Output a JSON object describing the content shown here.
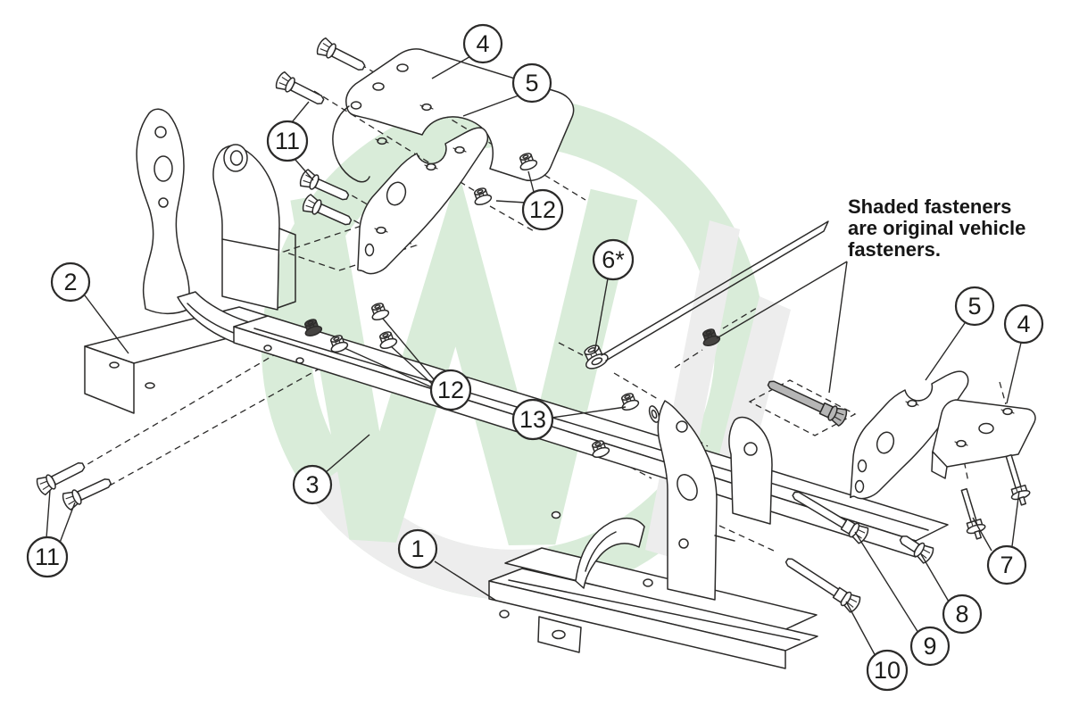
{
  "note": {
    "lines": [
      "Shaded fasteners",
      "are original vehicle",
      "fasteners."
    ]
  },
  "callouts": [
    {
      "id": "1",
      "label": "1"
    },
    {
      "id": "2",
      "label": "2"
    },
    {
      "id": "3",
      "label": "3"
    },
    {
      "id": "4-top",
      "label": "4"
    },
    {
      "id": "5-top",
      "label": "5"
    },
    {
      "id": "4-right",
      "label": "4"
    },
    {
      "id": "5-right",
      "label": "5"
    },
    {
      "id": "6-star",
      "label": "6*"
    },
    {
      "id": "7",
      "label": "7"
    },
    {
      "id": "8",
      "label": "8"
    },
    {
      "id": "9",
      "label": "9"
    },
    {
      "id": "10",
      "label": "10"
    },
    {
      "id": "11-top",
      "label": "11"
    },
    {
      "id": "11-bottom",
      "label": "11"
    },
    {
      "id": "12-top",
      "label": "12"
    },
    {
      "id": "12-middle",
      "label": "12"
    },
    {
      "id": "13",
      "label": "13"
    }
  ],
  "colors": {
    "line": "#2b2a29",
    "watermark_green": "#d9ecd9",
    "watermark_gray": "#ededed",
    "shaded_fastener": "#b6b6b6",
    "dark_fastener": "#454341",
    "background": "#ffffff"
  }
}
